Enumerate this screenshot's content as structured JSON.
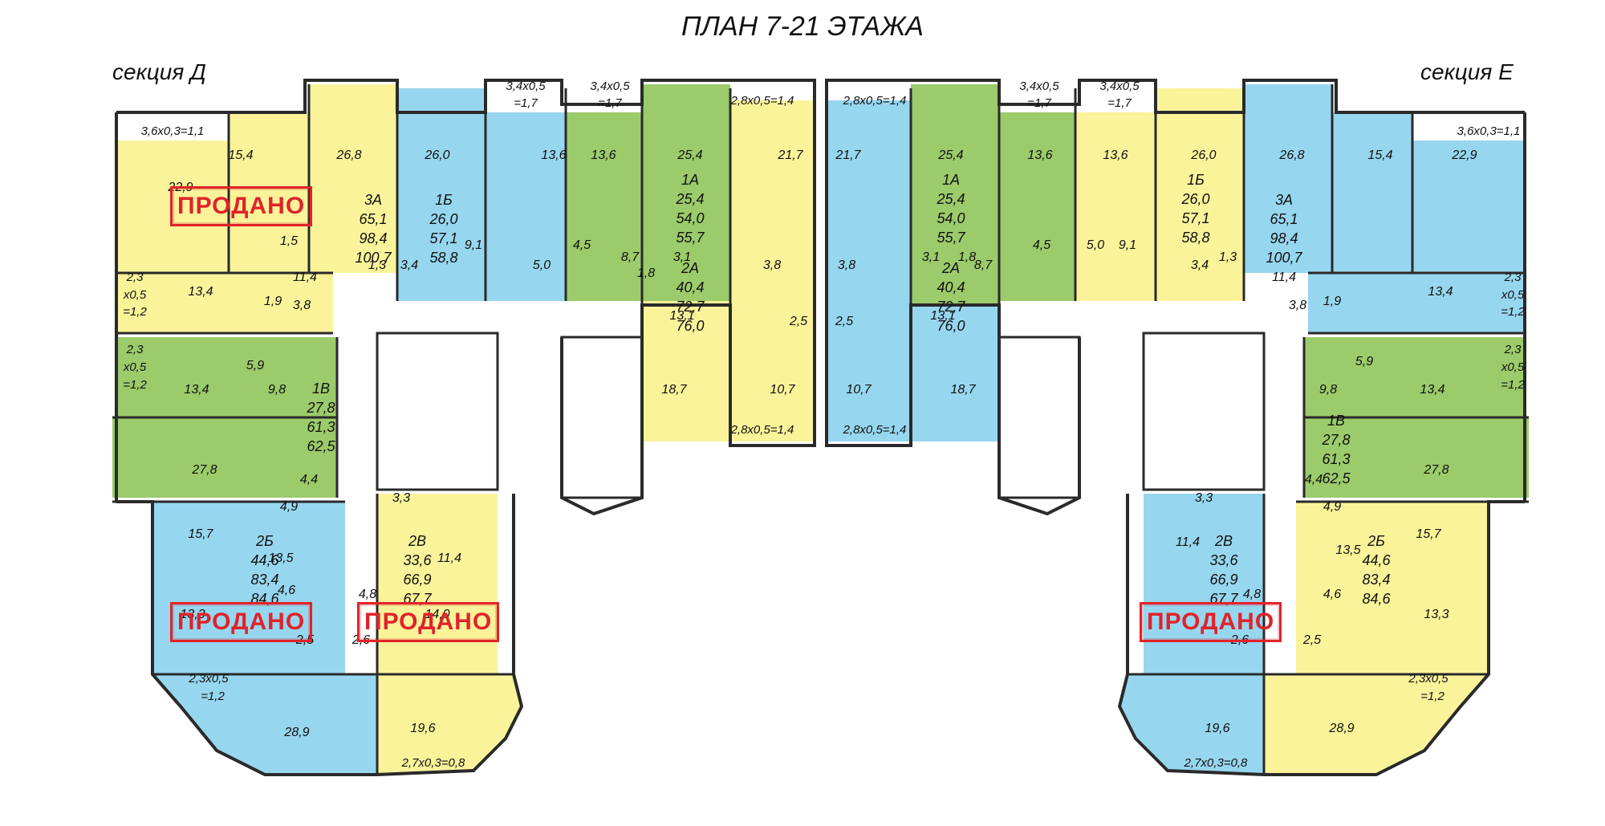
{
  "title": "ПЛАН 7-21 ЭТАЖА",
  "sections": {
    "left": "секция Д",
    "right": "секция Е"
  },
  "sold_label": "ПРОДАНО",
  "colors": {
    "yellow": "#faf39a",
    "blue": "#97d6ef",
    "green": "#9bcb6a",
    "wall": "#2a2a2a",
    "sold": "#e0232a"
  },
  "apartments": [
    {
      "id": "left-3a",
      "lines": [
        "3А",
        "65,1",
        "98,4",
        "100,7"
      ]
    },
    {
      "id": "left-1b",
      "lines": [
        "1Б",
        "26,0",
        "57,1",
        "58,8"
      ]
    },
    {
      "id": "left-1a",
      "lines": [
        "1А",
        "25,4",
        "54,0",
        "55,7"
      ]
    },
    {
      "id": "left-2a",
      "lines": [
        "2А",
        "40,4",
        "72,7",
        "76,0"
      ]
    },
    {
      "id": "left-1v",
      "lines": [
        "1В",
        "27,8",
        "61,3",
        "62,5"
      ]
    },
    {
      "id": "left-2b",
      "lines": [
        "2Б",
        "44,6",
        "83,4",
        "84,6"
      ]
    },
    {
      "id": "left-2v",
      "lines": [
        "2В",
        "33,6",
        "66,9",
        "67,7"
      ]
    },
    {
      "id": "right-1a",
      "lines": [
        "1А",
        "25,4",
        "54,0",
        "55,7"
      ]
    },
    {
      "id": "right-2a",
      "lines": [
        "2А",
        "40,4",
        "72,7",
        "76,0"
      ]
    },
    {
      "id": "right-1b",
      "lines": [
        "1Б",
        "26,0",
        "57,1",
        "58,8"
      ]
    },
    {
      "id": "right-3a",
      "lines": [
        "3А",
        "65,1",
        "98,4",
        "100,7"
      ]
    },
    {
      "id": "right-1v",
      "lines": [
        "1В",
        "27,8",
        "61,3",
        "62,5"
      ]
    },
    {
      "id": "right-2v",
      "lines": [
        "2В",
        "33,6",
        "66,9",
        "67,7"
      ]
    },
    {
      "id": "right-2b",
      "lines": [
        "2Б",
        "44,6",
        "83,4",
        "84,6"
      ]
    }
  ],
  "room_areas": {
    "left": [
      "15,4",
      "26,8",
      "26,0",
      "13,6",
      "13,6",
      "25,4",
      "21,7",
      "22,9",
      "1,5",
      "9,1",
      "4,5",
      "5,0",
      "8,7",
      "1,8",
      "3,1",
      "3,8",
      "11,4",
      "1,3",
      "3,4",
      "13,4",
      "1,9",
      "3,8",
      "13,1",
      "2,5",
      "5,9",
      "13,4",
      "9,8",
      "18,7",
      "10,7",
      "27,8",
      "4,4",
      "4,9",
      "3,3",
      "15,7",
      "13,5",
      "11,4",
      "4,6",
      "4,8",
      "13,3",
      "14,0",
      "2,5",
      "2,6",
      "28,9",
      "19,6"
    ],
    "right": [
      "21,7",
      "25,4",
      "13,6",
      "13,6",
      "26,0",
      "26,8",
      "15,4",
      "22,9",
      "3,1",
      "1,8",
      "8,7",
      "4,5",
      "5,0",
      "9,1",
      "3,4",
      "1,3",
      "11,4",
      "3,8",
      "2,5",
      "13,1",
      "3,8",
      "1,9",
      "13,4",
      "10,7",
      "18,7",
      "5,9",
      "13,4",
      "9,8",
      "27,8",
      "4,4",
      "4,9",
      "3,3",
      "11,4",
      "13,5",
      "15,7",
      "4,8",
      "4,6",
      "13,3",
      "2,6",
      "2,5",
      "19,6",
      "28,9"
    ]
  },
  "balconies": {
    "left": [
      "3,6х0,3=1,1",
      "3,4х0,5",
      "=1,7",
      "3,4х0,5",
      "=1,7",
      "2,8х0,5=1,4",
      "2,3",
      "х0,5",
      "=1,2",
      "2,3",
      "х0,5",
      "=1,2",
      "2,8х0,5=1,4",
      "2,3х0,5",
      "=1,2",
      "2,7х0,3=0,8"
    ],
    "right": [
      "2,8х0,5=1,4",
      "3,4х0,5",
      "=1,7",
      "3,4х0,5",
      "=1,7",
      "3,6х0,3=1,1",
      "2,3",
      "х0,5",
      "=1,2",
      "2,3",
      "х0,5",
      "=1,2",
      "2,8х0,5=1,4",
      "2,3х0,5",
      "=1,2",
      "2,7х0,3=0,8"
    ]
  }
}
